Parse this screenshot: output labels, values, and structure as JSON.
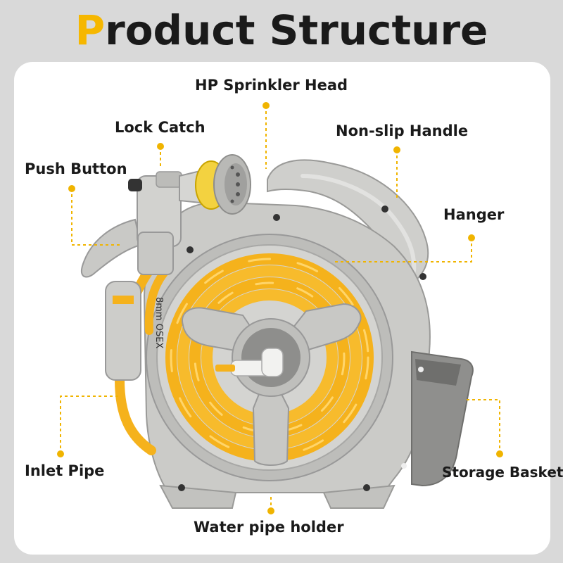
{
  "title": {
    "accent_letter": "P",
    "rest": "roduct Structure"
  },
  "labels": {
    "hp_sprinkler_head": "HP Sprinkler Head",
    "lock_catch": "Lock Catch",
    "non_slip_handle": "Non-slip Handle",
    "push_button": "Push Button",
    "hanger": "Hanger",
    "inlet_pipe": "Inlet Pipe",
    "storage_basket": "Storage Basket",
    "water_pipe_holder": "Water pipe holder"
  },
  "hose_print": "8mm OSEX",
  "colors": {
    "accent": "#f6b700",
    "hose": "#f5b21c",
    "body_gray": "#c9c9c6",
    "leader": "#f0b400"
  }
}
